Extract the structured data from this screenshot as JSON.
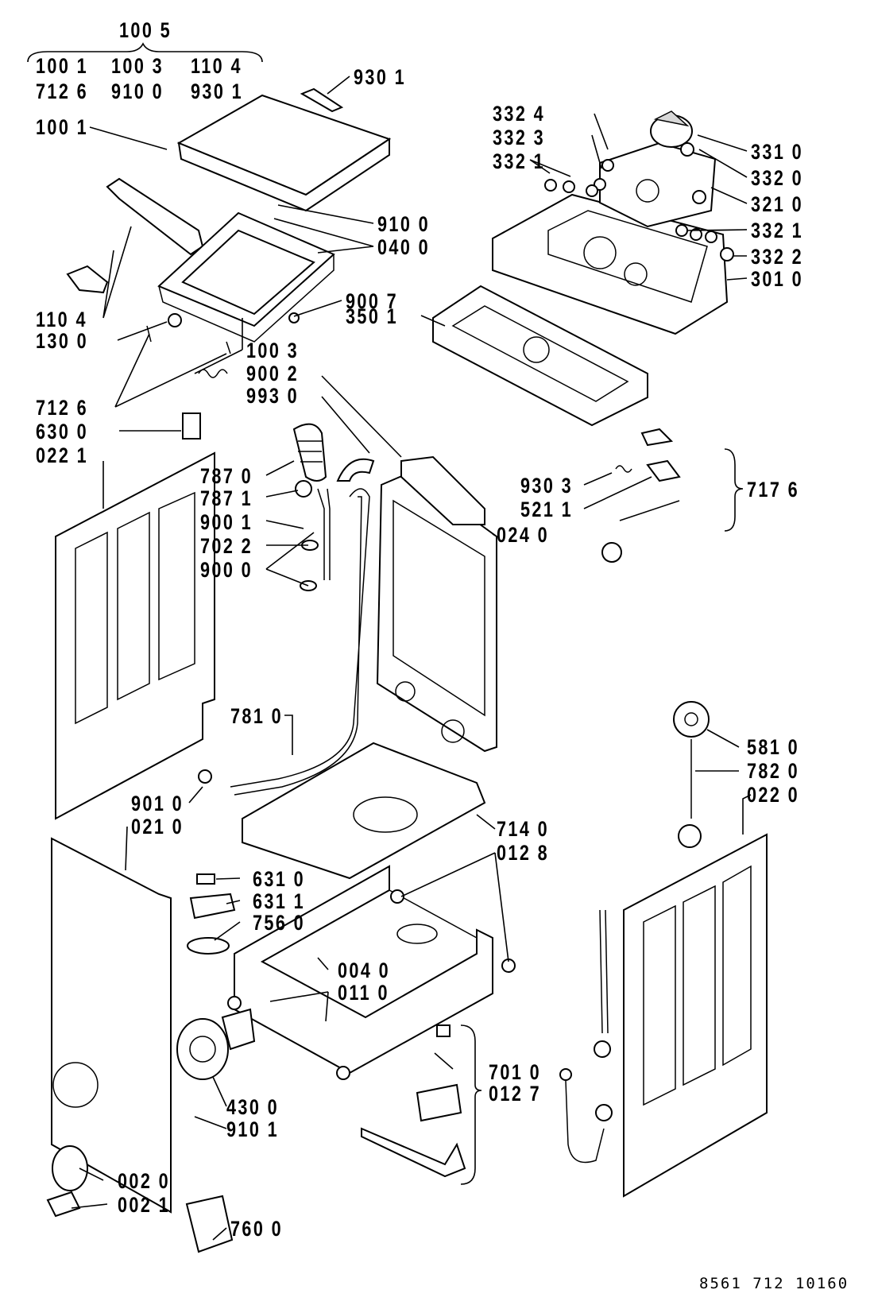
{
  "header": {
    "kit_label": "100 5",
    "kit_items": [
      "100 1",
      "100 3",
      "110 4",
      "712 6",
      "910 0",
      "930 1"
    ]
  },
  "callouts": {
    "p930_1_top": "930 1",
    "p100_1": "100 1",
    "p332_4": "332 4",
    "p332_3": "332 3",
    "p332_1_left": "332 1",
    "p331_0": "331 0",
    "p332_0": "332 0",
    "p321_0": "321 0",
    "p332_1_right": "332 1",
    "p332_2": "332 2",
    "p301_0": "301 0",
    "p910_0": "910 0",
    "p040_0": "040 0",
    "p900_7": "900 7",
    "p350_1": "350 1",
    "p110_4": "110 4",
    "p130_0": "130 0",
    "p100_3": "100 3",
    "p900_2": "900 2",
    "p993_0": "993 0",
    "p712_6": "712 6",
    "p630_0": "630 0",
    "p022_1": "022 1",
    "p787_0": "787 0",
    "p787_1": "787 1",
    "p900_1": "900 1",
    "p702_2": "702 2",
    "p900_0": "900 0",
    "p930_3": "930 3",
    "p521_1": "521 1",
    "p024_0": "024 0",
    "p717_6": "717 6",
    "p781_0": "781 0",
    "p581_0": "581 0",
    "p782_0": "782 0",
    "p022_0": "022 0",
    "p901_0": "901 0",
    "p021_0": "021 0",
    "p714_0": "714 0",
    "p012_8": "012 8",
    "p631_0": "631 0",
    "p631_1": "631 1",
    "p756_0": "756 0",
    "p004_0": "004 0",
    "p011_0": "011 0",
    "p701_0": "701 0",
    "p012_7": "012 7",
    "p430_0": "430 0",
    "p910_1": "910 1",
    "p002_0": "002 0",
    "p002_1": "002 1",
    "p760_0": "760 0"
  },
  "footer": {
    "drawing_code": "8561 712 10160"
  }
}
